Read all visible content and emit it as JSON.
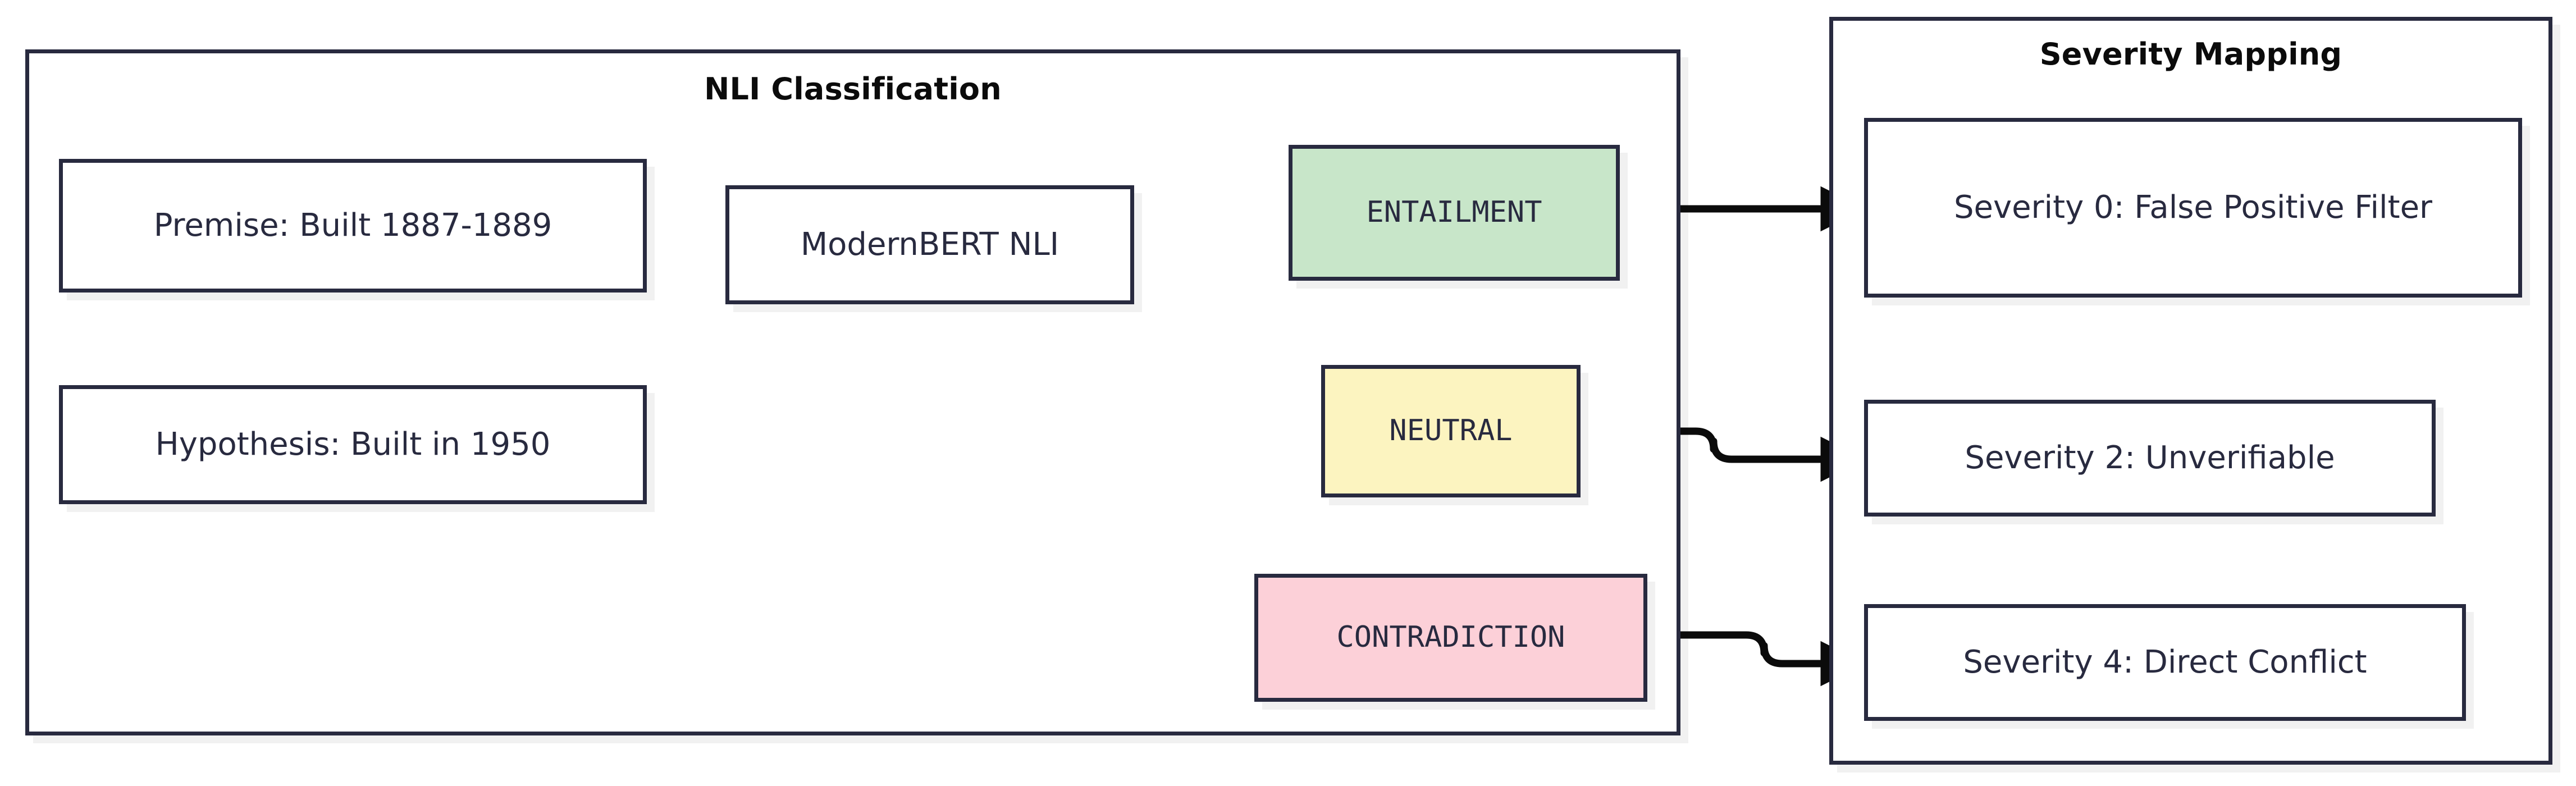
{
  "diagram": {
    "type": "flowchart",
    "direction": "left-to-right",
    "subgraphs": [
      {
        "id": "nli",
        "title": "NLI Classification"
      },
      {
        "id": "severity",
        "title": "Severity Mapping"
      }
    ],
    "nodes": [
      {
        "id": "premise",
        "label": "Premise: Built 1887-1889",
        "group": "nli",
        "fill": "#ffffff",
        "stroke": "#282a3f"
      },
      {
        "id": "hypothesis",
        "label": "Hypothesis: Built in 1950",
        "group": "nli",
        "fill": "#ffffff",
        "stroke": "#282a3f"
      },
      {
        "id": "model",
        "label": "ModernBERT NLI",
        "group": "nli",
        "fill": "#ffffff",
        "stroke": "#282a3f"
      },
      {
        "id": "entailment",
        "label": "ENTAILMENT",
        "group": "nli",
        "fill": "#c8e6c9",
        "stroke": "#282a3f"
      },
      {
        "id": "neutral",
        "label": "NEUTRAL",
        "group": "nli",
        "fill": "#fcf4c0",
        "stroke": "#282a3f"
      },
      {
        "id": "contradiction",
        "label": "CONTRADICTION",
        "group": "nli",
        "fill": "#fcd0d8",
        "stroke": "#282a3f"
      },
      {
        "id": "sev0",
        "label": "Severity 0: False Positive Filter",
        "group": "severity",
        "fill": "#ffffff",
        "stroke": "#282a3f"
      },
      {
        "id": "sev2",
        "label": "Severity 2: Unverifiable",
        "group": "severity",
        "fill": "#ffffff",
        "stroke": "#282a3f"
      },
      {
        "id": "sev4",
        "label": "Severity 4: Direct Conflict",
        "group": "severity",
        "fill": "#ffffff",
        "stroke": "#282a3f"
      }
    ],
    "edges": [
      {
        "from": "premise",
        "to": "model",
        "label": ""
      },
      {
        "from": "hypothesis",
        "to": "model",
        "label": ""
      },
      {
        "from": "model",
        "to": "entailment",
        "label": ""
      },
      {
        "from": "model",
        "to": "neutral",
        "label": ""
      },
      {
        "from": "model",
        "to": "contradiction",
        "label": ""
      },
      {
        "from": "entailment",
        "to": "sev0",
        "label": ""
      },
      {
        "from": "neutral",
        "to": "sev2",
        "label": ""
      },
      {
        "from": "contradiction",
        "to": "sev4",
        "label": ""
      }
    ],
    "colors": {
      "stroke": "#282a3f",
      "edge": "#0b0b0b",
      "background": "#ffffff",
      "shadow": "#ededed",
      "entailment_fill": "#c8e6c9",
      "neutral_fill": "#fcf4c0",
      "contradiction_fill": "#fcd0d8"
    }
  }
}
